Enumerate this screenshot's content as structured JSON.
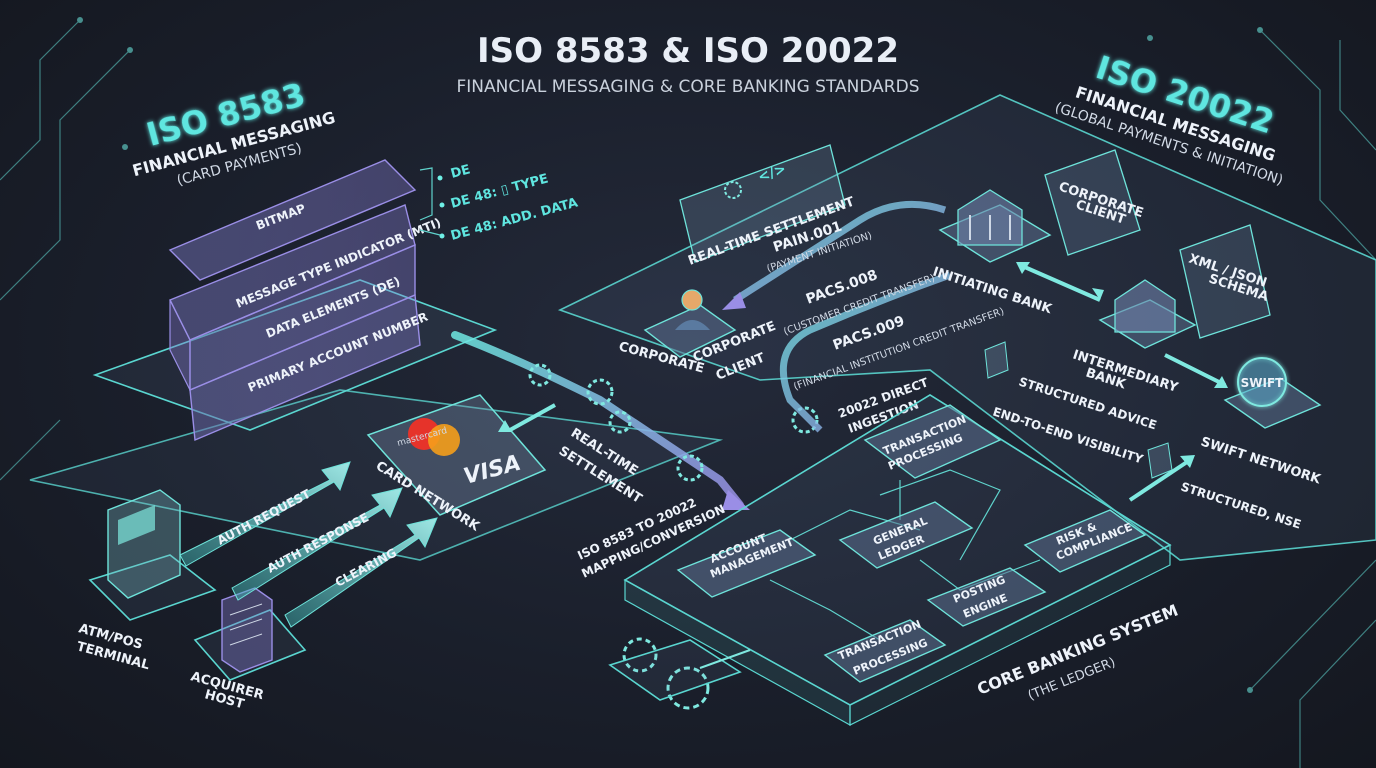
{
  "title": "ISO 8583 & ISO 20022",
  "subtitle": "FINANCIAL MESSAGING & CORE BANKING STANDARDS",
  "iso8583": {
    "heading": "ISO 8583",
    "line1": "FINANCIAL MESSAGING",
    "line2": "(CARD PAYMENTS)",
    "layers": [
      "BITMAP",
      "MESSAGE TYPE INDICATOR (MTI)",
      "DATA ELEMENTS (DE)",
      "PRIMARY ACCOUNT NUMBER"
    ],
    "de_labels": [
      "DE",
      "DE 48: ▯ TYPE",
      "DE 48: ADD. DATA"
    ]
  },
  "card_flow": {
    "atm_label": [
      "ATM/POS",
      "TERMINAL"
    ],
    "acquirer_label": [
      "ACQUIRER",
      "HOST"
    ],
    "card_network_label": "CARD NETWORK",
    "mastercard_text": "mastercard",
    "visa_text": "VISA",
    "arrows": [
      "AUTH REQUEST",
      "AUTH RESPONSE",
      "CLEARING"
    ],
    "settlement": [
      "REAL-TIME",
      "SETTLEMENT"
    ],
    "mapping": [
      "ISO 8583 TO 20022",
      "MAPPING/CONVERSION"
    ]
  },
  "iso20022": {
    "heading": "ISO 20022",
    "line1": "FINANCIAL MESSAGING",
    "line2": "(GLOBAL PAYMENTS & INITIATION)",
    "code_icon": "</>",
    "realtime": "REAL-TIME SETTLEMENT",
    "pain": "PAIN.001",
    "pain_sub": "(PAYMENT INITIATION)",
    "pacs008": "PACS.008",
    "pacs008_sub": "(CUSTOMER CREDIT TRANSFER)",
    "pacs009": "PACS.009",
    "pacs009_sub": "(FINANCIAL INSTITUTION CREDIT TRANSFER)",
    "corporate": "CORPORATE",
    "corporate_client": [
      "CORPORATE",
      "CLIENT"
    ],
    "initiating_bank": "INITIATING BANK",
    "corporate_client_box": [
      "CORPORATE",
      "CLIENT"
    ],
    "intermediary_bank": [
      "INTERMEDIARY",
      "BANK"
    ],
    "xml_schema": [
      "XML / JSON",
      "SCHEMA"
    ],
    "swift_badge": "SWIFT",
    "swift_network": "SWIFT NETWORK",
    "structured_advice": "STRUCTURED ADVICE",
    "end_to_end": "END-TO-END VISIBILITY",
    "structured_nse": "STRUCTURED, NSE",
    "direct_ingestion": [
      "20022 DIRECT",
      "INGESTION"
    ]
  },
  "core_banking": {
    "label": "CORE BANKING SYSTEM",
    "sub": "(THE LEDGER)",
    "modules": {
      "tp_top": [
        "TRANSACTION",
        "PROCESSING"
      ],
      "account": [
        "ACCOUNT",
        "MANAGEMENT"
      ],
      "ledger": [
        "GENERAL",
        "LEDGER"
      ],
      "risk": [
        "RISK &",
        "COMPLIANCE"
      ],
      "posting": [
        "POSTING",
        "ENGINE"
      ],
      "tp_bottom": [
        "TRANSACTION",
        "PROCESSING"
      ]
    }
  },
  "colors": {
    "neon": "#5fe6e0",
    "violet": "#8f86d8",
    "background": "#1a1f2b"
  }
}
